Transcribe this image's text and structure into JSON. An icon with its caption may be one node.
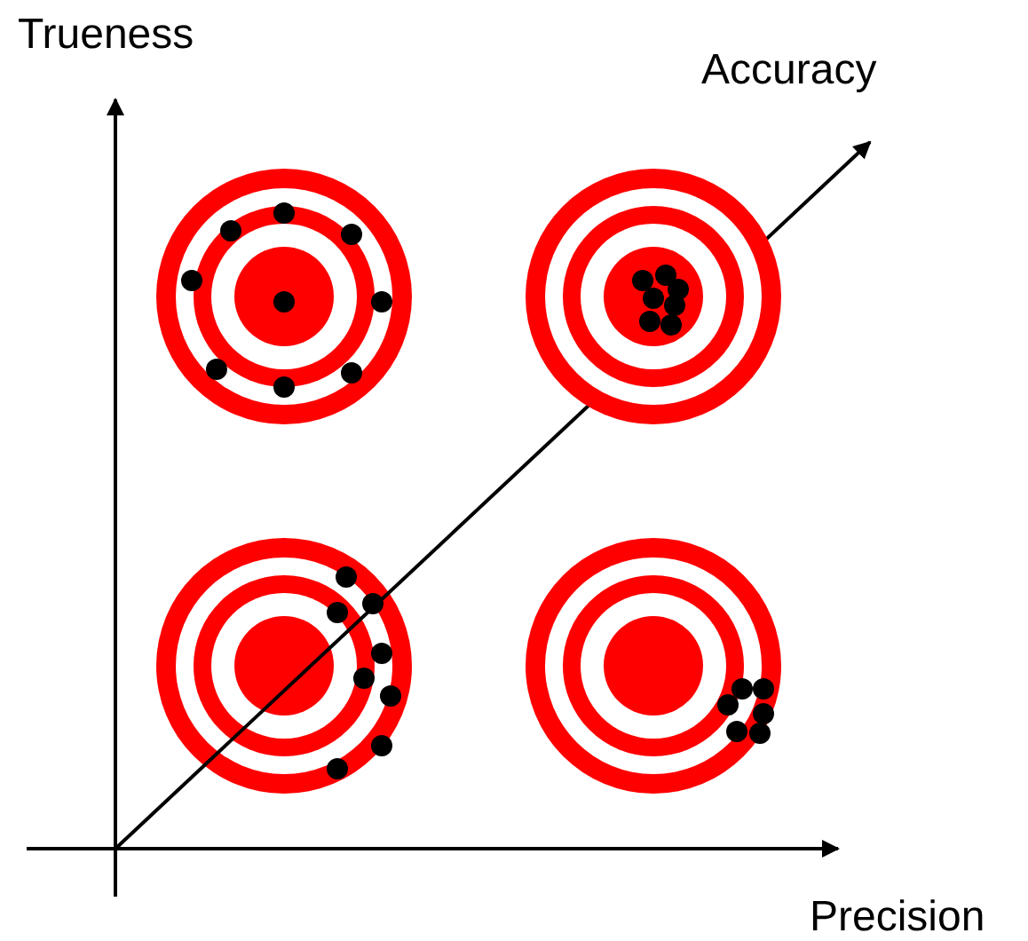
{
  "diagram": {
    "labels": [
      "Trueness",
      "Accuracy",
      "Precision"
    ]
  }
}
